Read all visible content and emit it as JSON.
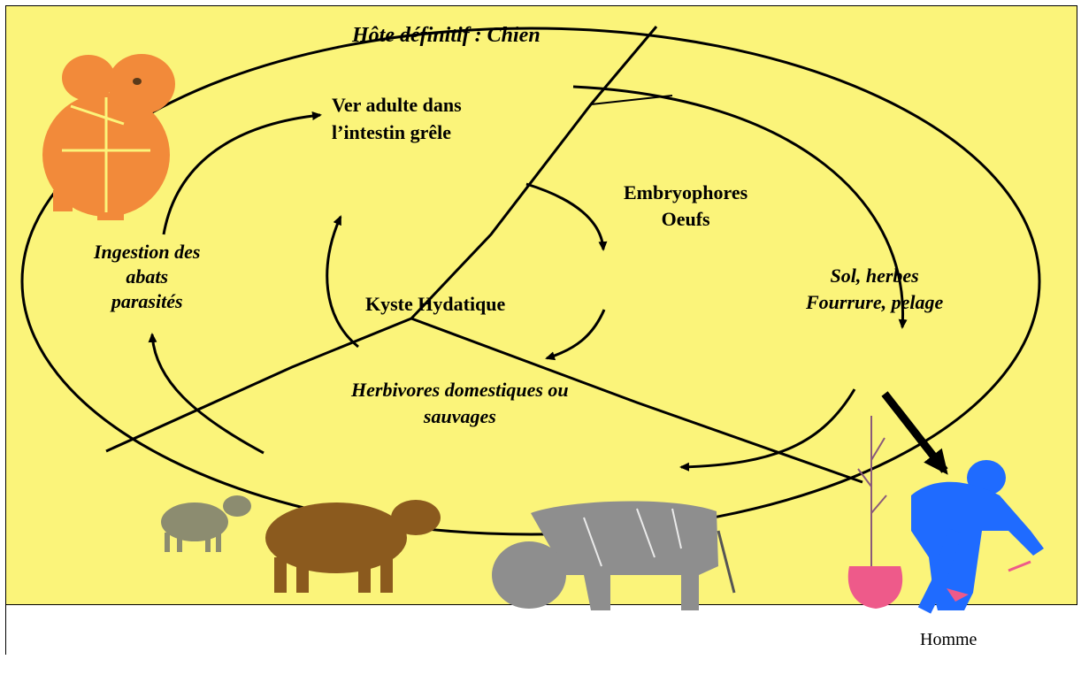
{
  "title": "Hôte définitif : Chien",
  "labels": {
    "adult_worm_line1": "Ver adulte dans",
    "adult_worm_line2": "l’intestin grêle",
    "embryophores": "Embryophores",
    "oeufs": "Oeufs",
    "ingestion_line1": "Ingestion des",
    "ingestion_line2": "abats",
    "ingestion_line3": "parasités",
    "kyste": "Kyste Hydatique",
    "sol_line1": "Sol, herbes",
    "sol_line2": "Fourrure, pelage",
    "herbivores_line1": "Herbivores domestiques ou",
    "herbivores_line2": "sauvages",
    "homme": "Homme"
  },
  "colors": {
    "background": "#fbf47a",
    "dog": "#f28a3a",
    "goat": "#8c8c70",
    "sheep": "#8b5a1e",
    "cow": "#8e8e8e",
    "human": "#1f6bff",
    "pot": "#ee5a8a"
  },
  "icons": [
    "dog-icon",
    "goat-icon",
    "sheep-icon",
    "cow-icon",
    "plant-pot-icon",
    "human-icon"
  ]
}
